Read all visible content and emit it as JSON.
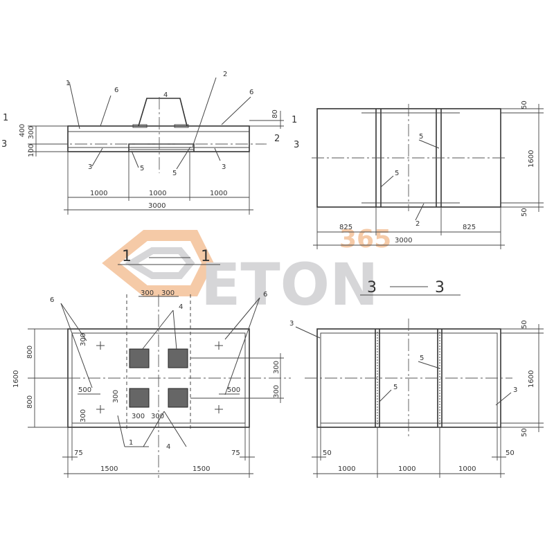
{
  "watermark": {
    "brand": "ETON",
    "number": "365",
    "color_orange": "#f2b98a",
    "color_gray": "#c9c9cc"
  },
  "top_left": {
    "callouts": [
      "1",
      "6",
      "4",
      "2",
      "6",
      "3",
      "5",
      "5",
      "3"
    ],
    "dims_bottom": [
      "1000",
      "1000",
      "1000"
    ],
    "dim_total": "3000",
    "dims_left": [
      "300",
      "400",
      "100"
    ],
    "dim_right": "80",
    "section_marks": [
      "1",
      "2",
      "3",
      "1",
      "3"
    ]
  },
  "top_right": {
    "callouts": [
      "5",
      "5",
      "2"
    ],
    "dims_bottom": [
      "825",
      "825"
    ],
    "dim_total": "3000",
    "dims_right": [
      "50",
      "1600",
      "50"
    ]
  },
  "section_1": {
    "left": "1",
    "right": "1"
  },
  "section_3": {
    "left": "3",
    "right": "3"
  },
  "plan": {
    "dims_top": [
      "300",
      "300"
    ],
    "callouts": [
      "6",
      "4",
      "6",
      "1",
      "4"
    ],
    "dims_left": [
      "800",
      "1600",
      "800"
    ],
    "labels_inner": [
      "300",
      "500",
      "300",
      "300",
      "500",
      "300",
      "300"
    ],
    "dims_right": [
      "300",
      "300"
    ],
    "dims_bottom": [
      "75",
      "75",
      "1500",
      "1500"
    ]
  },
  "sec3_view": {
    "callouts": [
      "3",
      "5",
      "5",
      "3"
    ],
    "dims_right": [
      "50",
      "1600",
      "50"
    ],
    "dims_bottom": [
      "50",
      "50",
      "1000",
      "1000",
      "1000"
    ]
  }
}
